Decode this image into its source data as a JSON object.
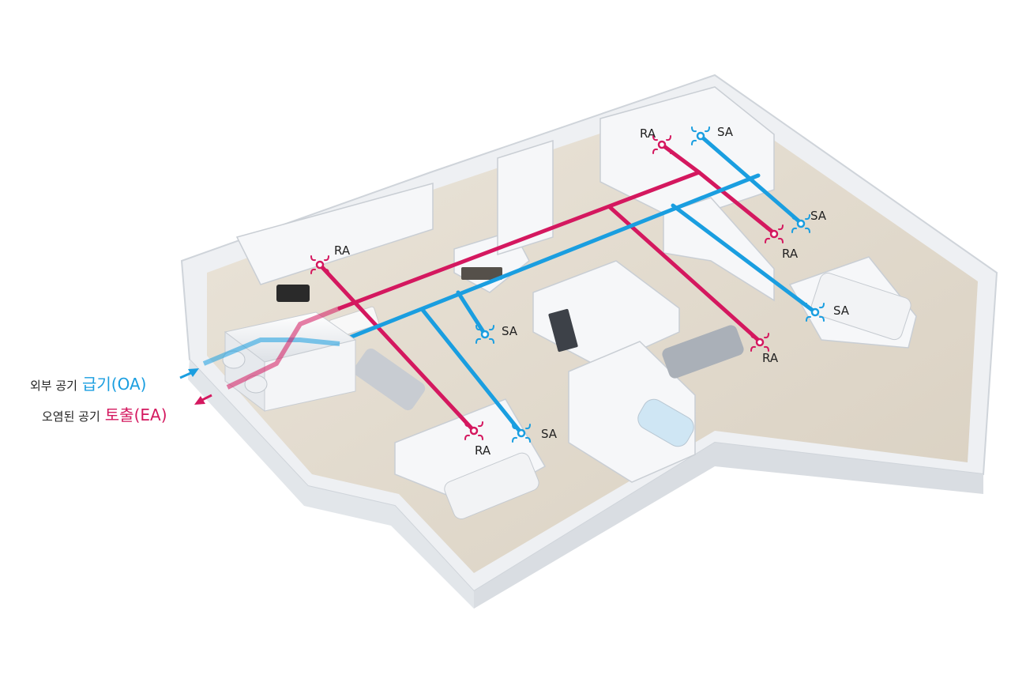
{
  "colors": {
    "supply": "#1a9ee0",
    "return": "#d4185f",
    "floor": "#e4ddd0",
    "wall": "#f4f5f7",
    "wall_shadow": "#d7dbe0"
  },
  "legend": {
    "oa": {
      "description": "외부 공기",
      "term": "급기(OA)",
      "arrow_icon": "arrow-in-icon"
    },
    "ea": {
      "description": "오염된 공기",
      "term": "토출(EA)",
      "arrow_icon": "arrow-out-icon"
    }
  },
  "vents": [
    {
      "kind": "RA",
      "label": "RA"
    },
    {
      "kind": "RA",
      "label": "RA"
    },
    {
      "kind": "RA",
      "label": "RA"
    },
    {
      "kind": "RA",
      "label": "RA"
    },
    {
      "kind": "RA",
      "label": "RA"
    },
    {
      "kind": "SA",
      "label": "SA"
    },
    {
      "kind": "SA",
      "label": "SA"
    },
    {
      "kind": "SA",
      "label": "SA"
    },
    {
      "kind": "SA",
      "label": "SA"
    },
    {
      "kind": "SA",
      "label": "SA"
    }
  ],
  "unit_icon": "ventilation-unit-icon"
}
